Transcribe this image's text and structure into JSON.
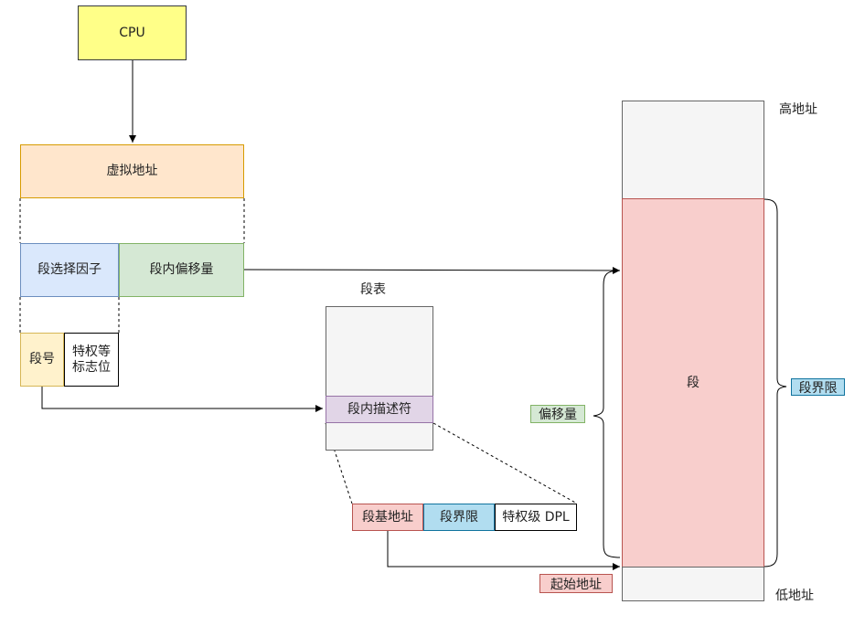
{
  "cpu": "CPU",
  "virtual_address": "虚拟地址",
  "segment_selector": "段选择因子",
  "segment_offset": "段内偏移量",
  "segment_number": "段号",
  "privilege_flags": "特权等\n标志位",
  "segment_table_title": "段表",
  "segment_descriptor": "段内描述符",
  "descriptor_fields": {
    "base_address": "段基地址",
    "segment_limit": "段界限",
    "privilege_level": "特权级 DPL"
  },
  "memory": {
    "high_address": "高地址",
    "low_address": "低地址",
    "segment": "段",
    "segment_limit_tag": "段界限",
    "offset_tag": "偏移量",
    "start_address_tag": "起始地址"
  },
  "colors": {
    "cpu_fill": "#ffff88",
    "cpu_stroke": "#36393d",
    "orange_fill": "#ffe6cc",
    "orange_stroke": "#d79b00",
    "blue_fill": "#dae8fc",
    "blue_stroke": "#6c8ebf",
    "green_fill": "#d5e8d4",
    "green_stroke": "#82b366",
    "yellow_fill": "#fff2cc",
    "yellow_stroke": "#d6b656",
    "purple_fill": "#e1d5e7",
    "purple_stroke": "#9673a6",
    "red_fill": "#f8cecc",
    "red_stroke": "#b85450",
    "cyan_fill": "#b1ddf0",
    "cyan_stroke": "#10739e",
    "gray_fill": "#f5f5f5",
    "gray_stroke": "#666666"
  }
}
